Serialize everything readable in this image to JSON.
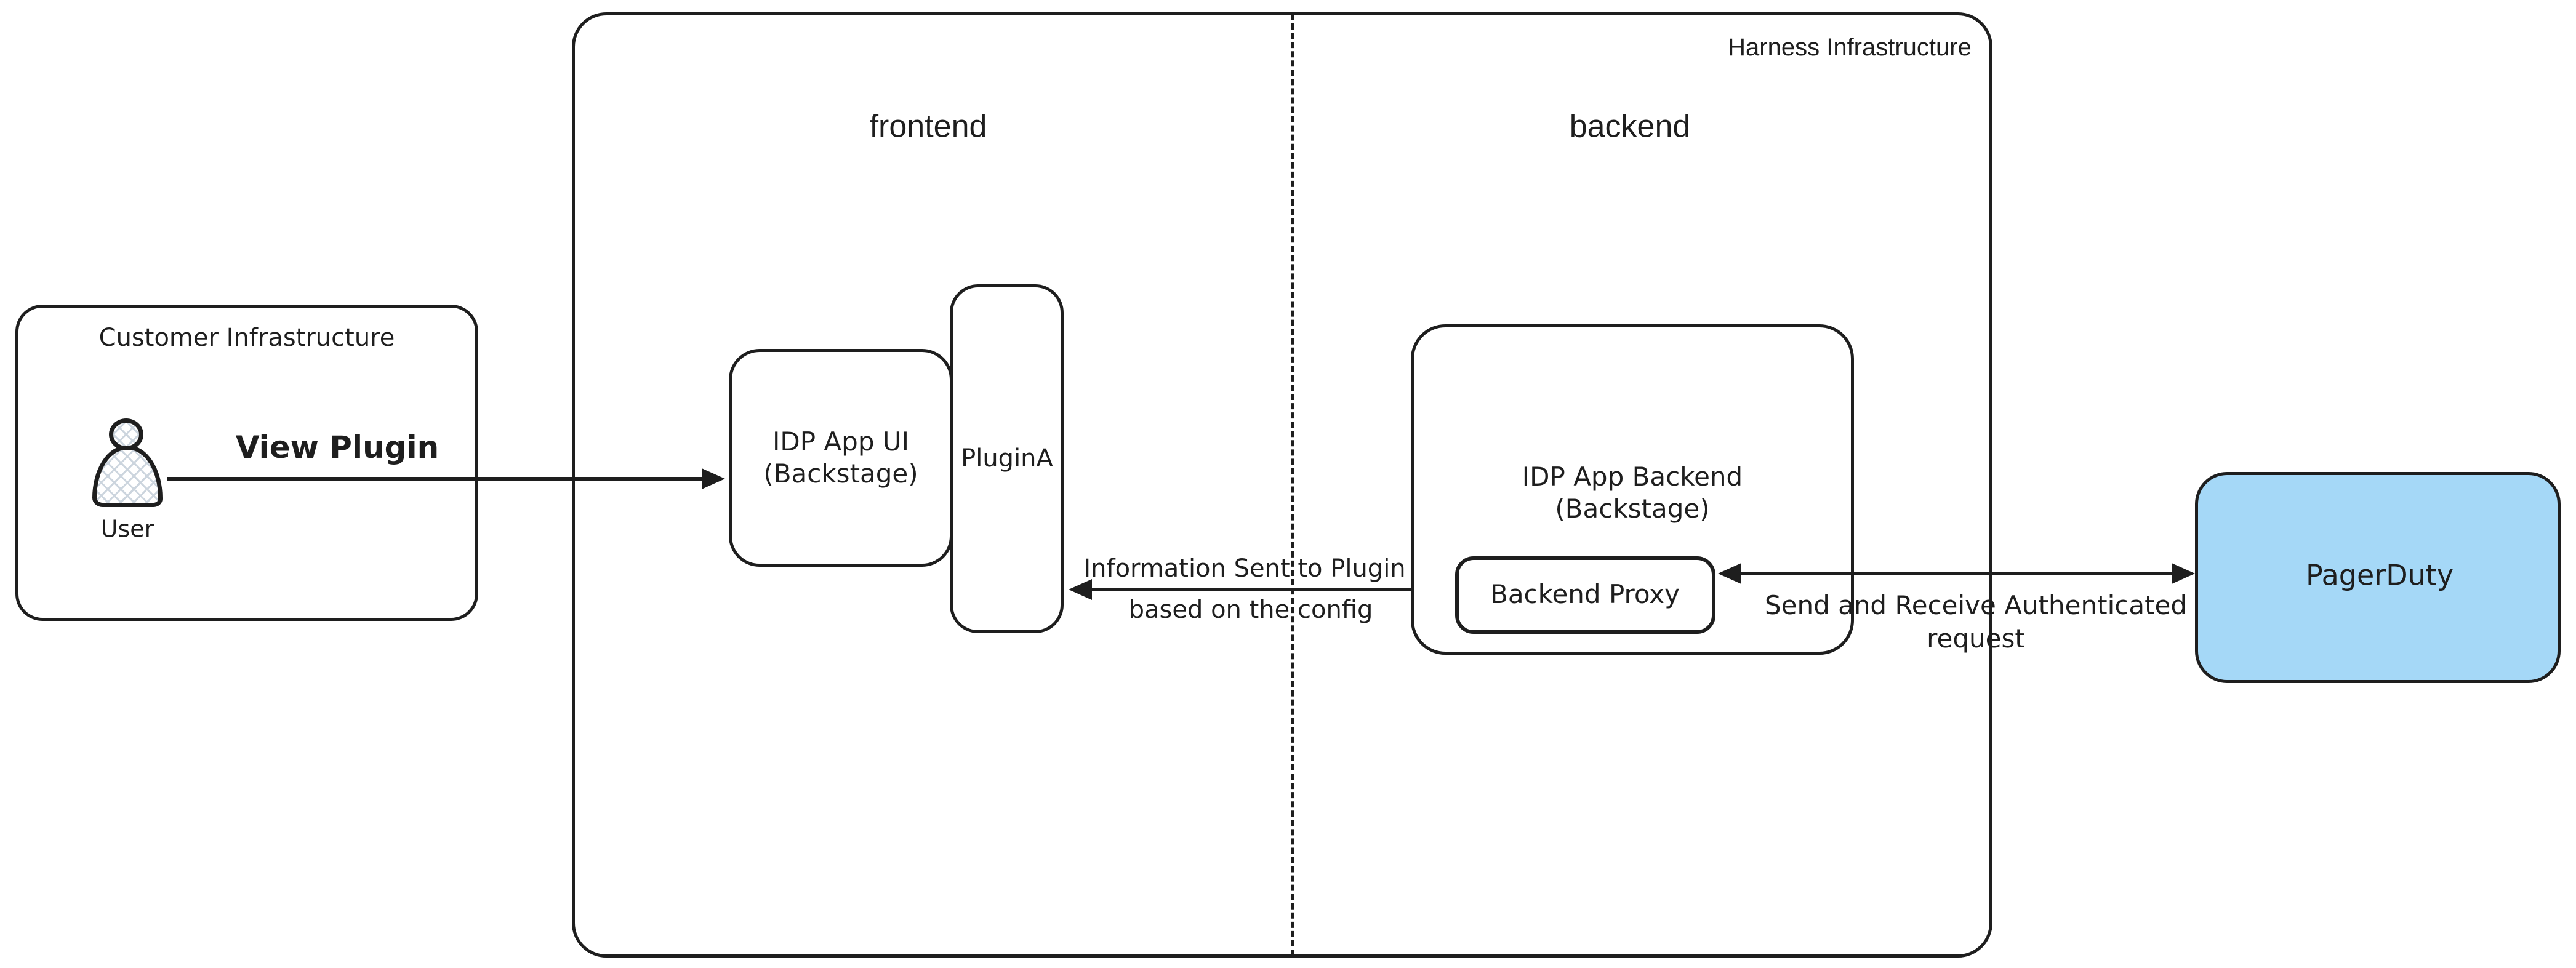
{
  "diagram": {
    "customer": {
      "title": "Customer Infrastructure",
      "user_label": "User"
    },
    "harness": {
      "title": "Harness Infrastructure",
      "frontend_label": "frontend",
      "backend_label": "backend"
    },
    "nodes": {
      "idp_ui": {
        "line1": "IDP App UI",
        "line2": "(Backstage)"
      },
      "plugin_a": {
        "label": "PluginA"
      },
      "idp_backend": {
        "line1": "IDP App Backend",
        "line2": "(Backstage)"
      },
      "backend_proxy": {
        "label": "Backend Proxy"
      },
      "pagerduty": {
        "label": "PagerDuty"
      }
    },
    "arrows": {
      "view_plugin": {
        "label": "View Plugin"
      },
      "info_sent": {
        "line1": "Information Sent to Plugin",
        "line2": "based on the config"
      },
      "send_receive": {
        "line1": "Send and Receive Authenticated",
        "line2": "request"
      }
    },
    "colors": {
      "stroke": "#1e1e1e",
      "pagerduty_fill": "#a5d8f7",
      "hatch_line": "#ccd5de",
      "background": "#ffffff"
    }
  }
}
